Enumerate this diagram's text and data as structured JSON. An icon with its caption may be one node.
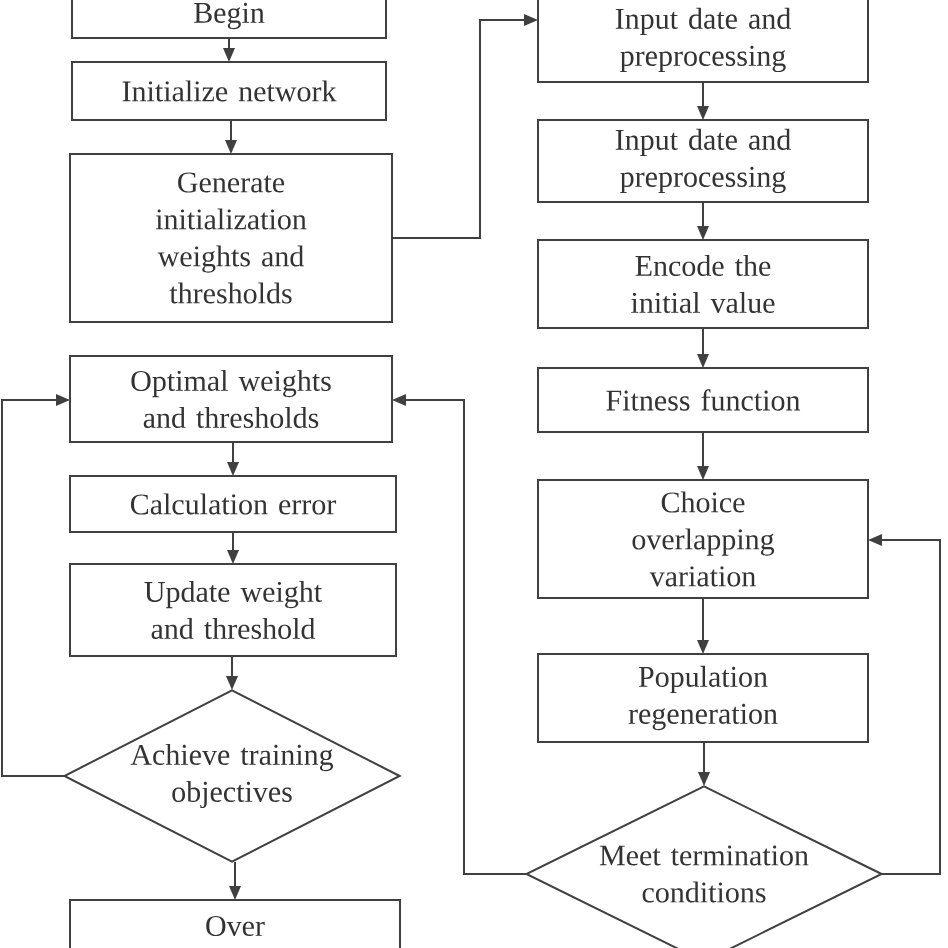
{
  "diagram": {
    "nodes": [
      {
        "text": [
          "Begin"
        ]
      },
      {
        "text": [
          "Initialize network"
        ]
      },
      {
        "text": [
          "Generate initialization weights and thresholds"
        ]
      },
      {
        "text": [
          "Input date and preprocessing"
        ]
      },
      {
        "text": [
          "Input date and preprocessing"
        ]
      },
      {
        "text": [
          "Encode the initial value"
        ]
      },
      {
        "text": [
          "Fitness function"
        ]
      },
      {
        "text": [
          "Choice overlapping variation"
        ]
      },
      {
        "text": [
          "Population regeneration"
        ]
      },
      {
        "text": [
          "Meet termination conditions"
        ]
      },
      {
        "text": [
          "Optimal weights and thresholds"
        ]
      },
      {
        "text": [
          "Calculation error"
        ]
      },
      {
        "text": [
          "Update weight and threshold"
        ]
      },
      {
        "text": [
          "Achieve training objectives"
        ]
      },
      {
        "text": [
          "Over"
        ]
      }
    ],
    "edges": [
      {
        "from": 0,
        "to": 1,
        "arrow": "to"
      },
      {
        "from": 1,
        "to": 2,
        "arrow": "to"
      },
      {
        "from": 2,
        "to": 3,
        "arrow": "to"
      },
      {
        "from": 3,
        "to": 4,
        "arrow": "to"
      },
      {
        "from": 4,
        "to": 5,
        "arrow": "to"
      },
      {
        "from": 5,
        "to": 6,
        "arrow": "to"
      },
      {
        "from": 6,
        "to": 7,
        "arrow": "to"
      },
      {
        "from": 7,
        "to": 8,
        "arrow": "to"
      },
      {
        "from": 8,
        "to": 9,
        "arrow": "to"
      },
      {
        "from": 9,
        "to": 10,
        "arrow": "to"
      },
      {
        "from": 9,
        "to": 7,
        "arrow": "to"
      },
      {
        "from": 13,
        "to": 10,
        "arrow": "to"
      },
      {
        "from": 10,
        "to": 11,
        "arrow": "to"
      },
      {
        "from": 11,
        "to": 12,
        "arrow": "to"
      },
      {
        "from": 12,
        "to": 13,
        "arrow": "to"
      },
      {
        "from": 13,
        "to": 14,
        "arrow": "to"
      }
    ]
  }
}
